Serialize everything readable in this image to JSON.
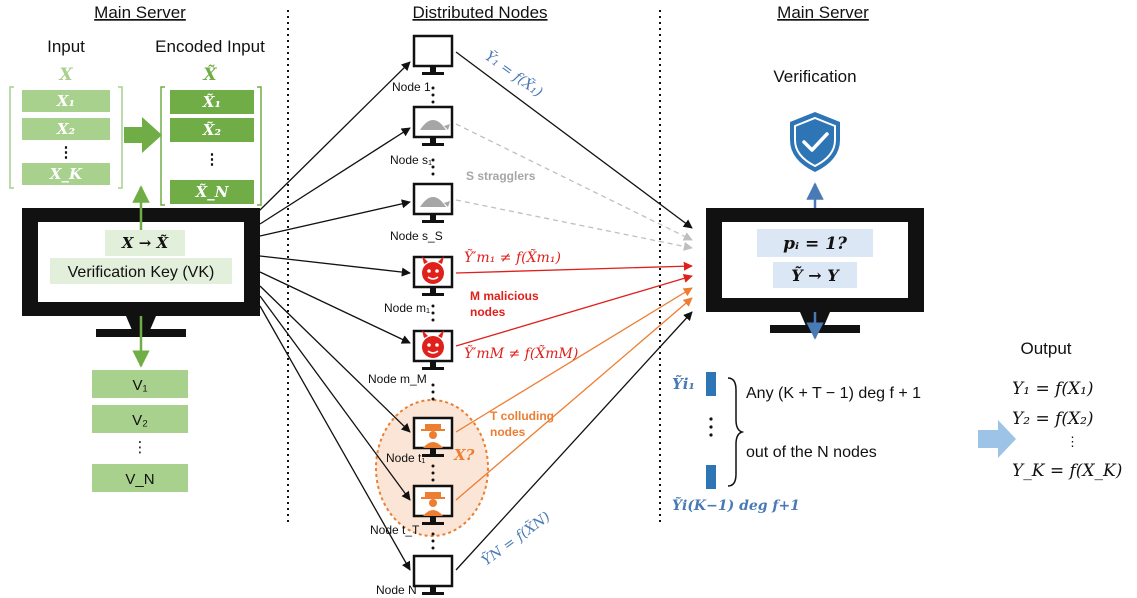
{
  "headers": {
    "left": "Main Server",
    "middle": "Distributed Nodes",
    "right": "Main Server"
  },
  "input": {
    "title": "Input",
    "symbol": "X",
    "items": [
      "X₁",
      "X₂",
      "⋮",
      "X_K"
    ]
  },
  "encoded": {
    "title": "Encoded Input",
    "symbol": "X̃",
    "items": [
      "X̃₁",
      "X̃₂",
      "⋮",
      "X̃_N"
    ]
  },
  "server_left": {
    "mapping": "X → X̃",
    "vk_label": "Verification Key (VK)"
  },
  "keys": [
    "V₁",
    "V₂",
    "⋮",
    "V_N"
  ],
  "nodes": {
    "node_1": "Node 1",
    "node_s1": "Node s₁",
    "node_sS": "Node s_S",
    "node_m1": "Node m₁",
    "node_mM": "Node m_M",
    "node_t1": "Node t₁",
    "node_tT": "Node t_T",
    "node_N": "Node N"
  },
  "annotations": {
    "y1": "Ỹ₁ = f(X̃₁)",
    "stragglers": "S stragglers",
    "ym1": "Ỹ′m₁ ≠ f(X̃m₁)",
    "malicious_1": "M malicious",
    "malicious_2": "nodes",
    "ymM": "Ỹ′mM ≠ f(X̃mM)",
    "colluding_1": "T colluding",
    "colluding_2": "nodes",
    "xq": "X?",
    "yN": "ỸN = f(X̃N)"
  },
  "verification": {
    "title": "Verification",
    "check": "pᵢ = 1?",
    "decode": "Ỹ → Y"
  },
  "recovery": {
    "yi1": "Ỹi₁",
    "yiK": "Ỹi(K−1) deg f+1",
    "line1": "Any (K + T − 1) deg f + 1",
    "line2": "out of the N nodes"
  },
  "output": {
    "title": "Output",
    "eqs": [
      "Y₁ = f(X₁)",
      "Y₂ = f(X₂)",
      "⋮",
      "Y_K = f(X_K)"
    ]
  },
  "colors": {
    "light_green": "#a9d18e",
    "dark_green": "#70ad47",
    "pale_green": "#e2efda",
    "blue": "#4a7ab5",
    "red": "#e0201b",
    "orange": "#ed7d31",
    "gray": "#a6a6a6"
  }
}
